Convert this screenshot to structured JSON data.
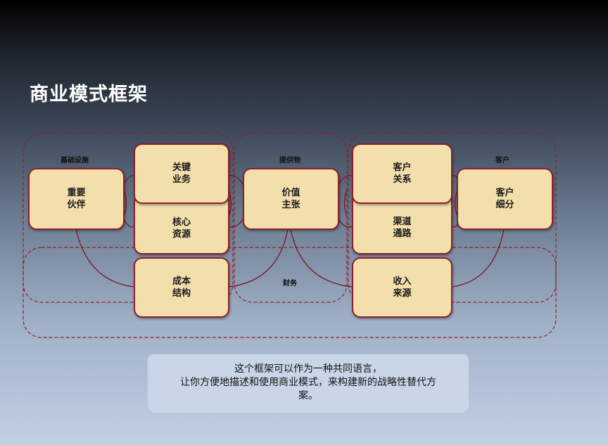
{
  "title": "商业模式框架",
  "groups": {
    "infrastructure": "基础设施",
    "offering": "提供物",
    "customer": "客户",
    "finance": "财务"
  },
  "blocks": {
    "key_partners": [
      "重要",
      "伙伴"
    ],
    "key_activities": [
      "关键",
      "业务"
    ],
    "key_resources": [
      "核心",
      "资源"
    ],
    "value_proposition": [
      "价值",
      "主张"
    ],
    "customer_relationships": [
      "客户",
      "关系"
    ],
    "channels": [
      "渠道",
      "通路"
    ],
    "customer_segments": [
      "客户",
      "细分"
    ],
    "cost_structure": [
      "成本",
      "结构"
    ],
    "revenue_streams": [
      "收入",
      "来源"
    ]
  },
  "note": {
    "line1": "这个框架可以作为一种共同语言，",
    "line2": "让你方便地描述和使用商业模式，来构建新的战略性替代方",
    "line3": "案。"
  },
  "colors": {
    "block_fill": "#f3dfac",
    "block_border": "#8e1f2a",
    "dashed_border": "#8e1f2a"
  }
}
